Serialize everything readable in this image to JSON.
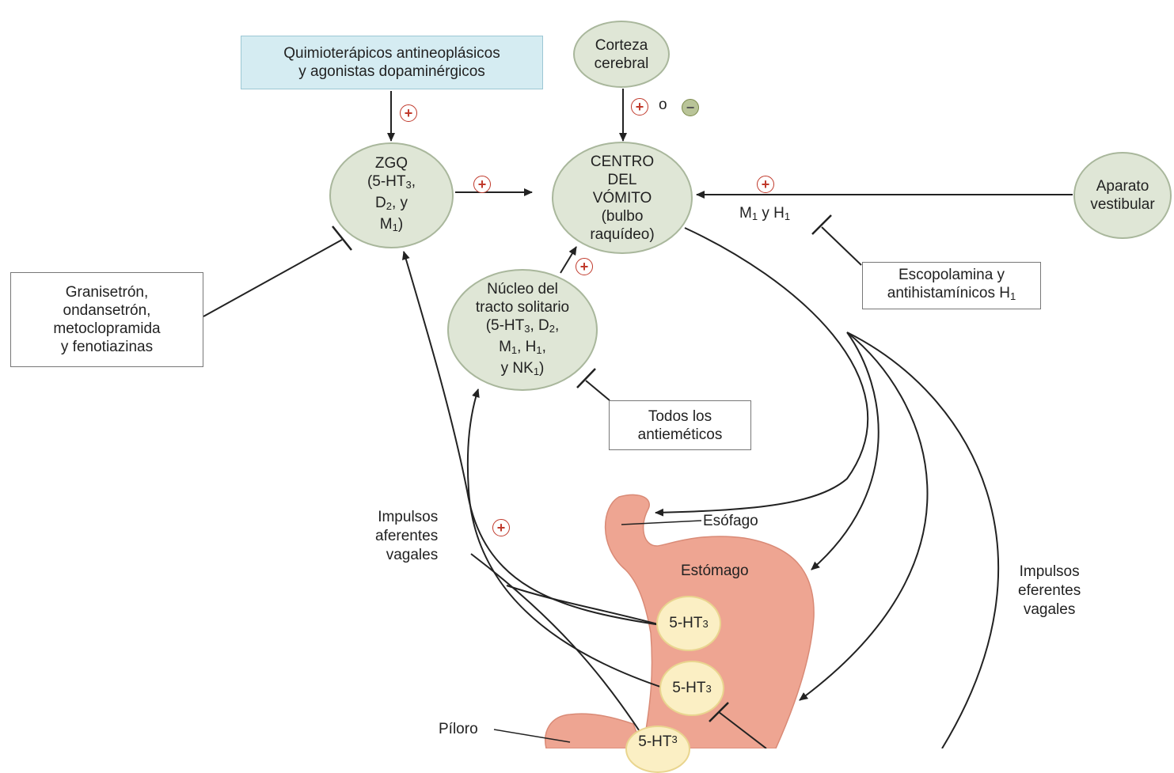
{
  "nodes": {
    "corteza": [
      "Corteza",
      "cerebral"
    ],
    "zgq": [
      "ZGQ",
      "(5-HT<sub>3</sub>,",
      "D<sub>2</sub>, y",
      "M<sub>1</sub>)"
    ],
    "centro": [
      "CENTRO",
      "DEL",
      "VÓMITO",
      "(bulbo",
      "raquídeo)"
    ],
    "nucleo": [
      "Núcleo del",
      "tracto solitario",
      "(5-HT<sub>3</sub>, D<sub>2</sub>,",
      "M<sub>1</sub>, H<sub>1</sub>,",
      "y NK<sub>1</sub>)"
    ],
    "vestibular": [
      "Aparato",
      "vestibular"
    ]
  },
  "boxes": {
    "quimio": [
      "Quimioterápicos antineoplásicos",
      "y agonistas dopaminérgicos"
    ],
    "granisetron": [
      "Granisetrón,",
      "ondansetrón,",
      "metoclopramida",
      "y fenotiazinas"
    ],
    "escopolamina": [
      "Escopolamina y",
      "antihistamínicos H<sub>1</sub>"
    ],
    "todos": [
      "Todos los",
      "antieméticos"
    ]
  },
  "labels": {
    "m1h1": "M<sub>1</sub> y H<sub>1</sub>",
    "o": "o",
    "afferent": [
      "Impulsos",
      "aferentes",
      "vagales"
    ],
    "efferent": [
      "Impulsos",
      "eferentes",
      "vagales"
    ],
    "esofago": "Esófago",
    "estomago": "Estómago",
    "piloro": "Píloro"
  },
  "receptors": {
    "r1": "5-HT<sub>3</sub>",
    "r2": "5-HT<sub>3</sub>",
    "r3": "5-HT<sub>3</sub>"
  },
  "signs": {
    "plus": "+",
    "minus": "−"
  },
  "colors": {
    "node_fill": "#dfe6d6",
    "box_blue": "#d5ecf2",
    "stomach": "#eea592",
    "receptor": "#fbefc4",
    "plus_sign": "#c0392b"
  }
}
